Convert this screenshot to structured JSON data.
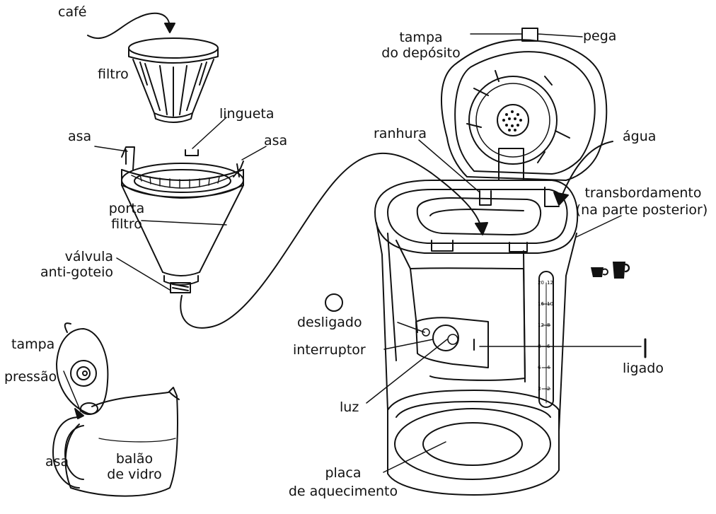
{
  "labels": {
    "cafe": "café",
    "filtro": "filtro",
    "lingueta": "lingueta",
    "asa_left": "asa",
    "asa_right": "asa",
    "porta_filtro_1": "porta",
    "porta_filtro_2": "filtro",
    "valvula_1": "válvula",
    "valvula_2": "anti-goteio",
    "tampa_deposito_1": "tampa",
    "tampa_deposito_2": "do depósito",
    "pega": "pega",
    "ranhura": "ranhura",
    "agua": "água",
    "transbordamento_1": "transbordamento",
    "transbordamento_2": "(na parte posterior)",
    "desligado": "desligado",
    "interruptor": "interruptor",
    "luz": "luz",
    "ligado": "ligado",
    "placa_1": "placa",
    "placa_2": "de aquecimento",
    "tampa_jarra": "tampa",
    "pressao": "pressão",
    "asa_jarra": "asa",
    "balao_1": "balão",
    "balao_2": "de vidro"
  },
  "water_gauge": {
    "left_scale": [
      "20",
      "16",
      "12",
      "8",
      "6",
      "3"
    ],
    "right_scale": [
      "12",
      "10",
      "8",
      "6",
      "4",
      "2"
    ]
  },
  "colors": {
    "ink": "#111111",
    "paper": "#ffffff"
  }
}
